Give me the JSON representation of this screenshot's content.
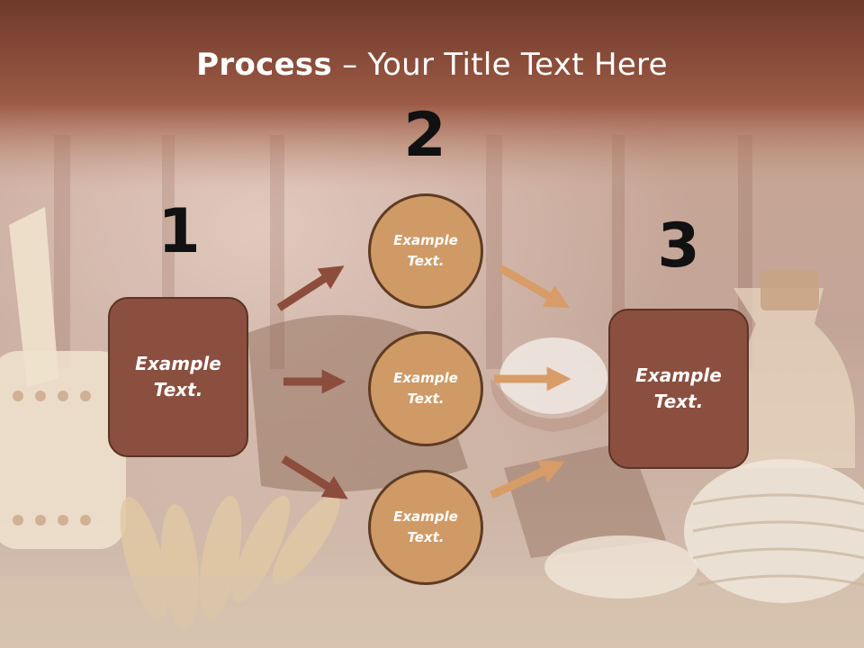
{
  "slide": {
    "title_bold": "Process",
    "title_rest": " – Your Title Text Here"
  },
  "steps": [
    {
      "number": "1",
      "text": "Example\nText."
    },
    {
      "number": "2",
      "text": "Example\nText."
    },
    {
      "number": "3",
      "text": "Example\nText."
    }
  ],
  "circles": [
    {
      "text": "Example\nText."
    },
    {
      "text": "Example\nText."
    },
    {
      "text": "Example\nText."
    }
  ],
  "colors": {
    "header_band": "#8f4e3c",
    "box_fill": "#8b4f3f",
    "circle_fill": "#cf9a66",
    "arrow_dark": "#8c4d3c",
    "arrow_light": "#d89c68"
  }
}
